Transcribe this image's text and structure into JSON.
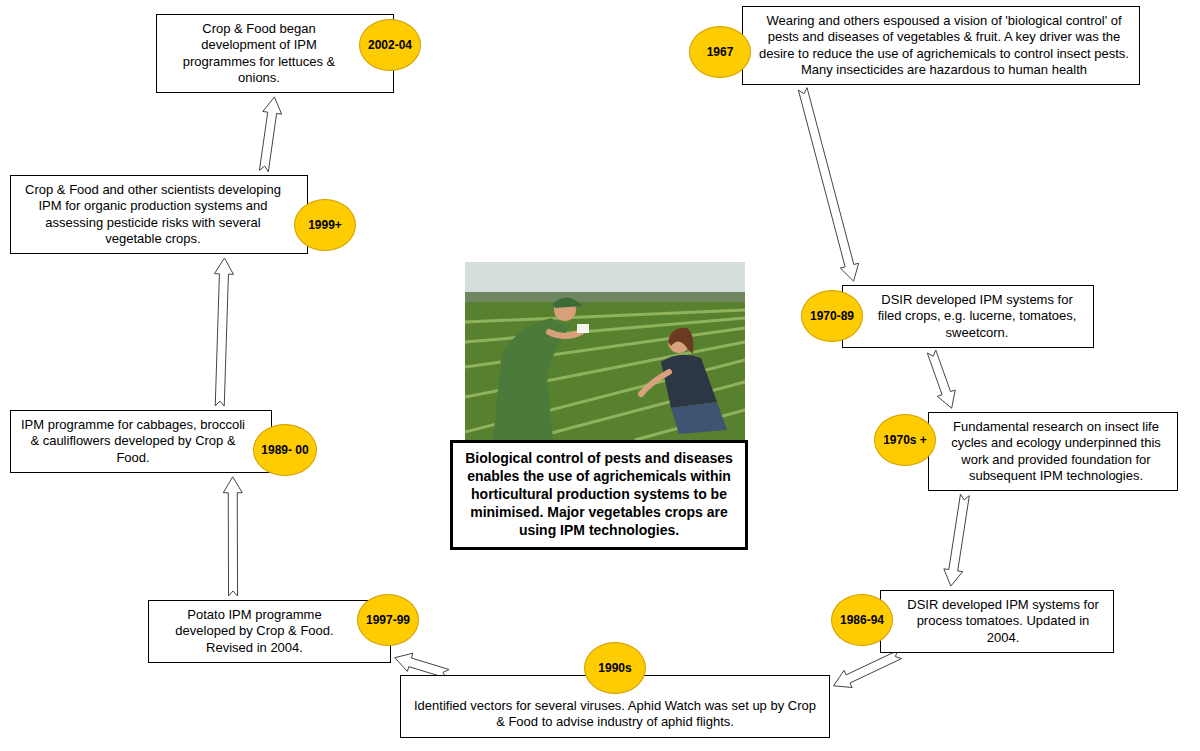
{
  "diagram": {
    "nodes": [
      {
        "text": [
          "1967",
          "Wearing and others espoused a vision of 'biological control' of pests and diseases of vegetables & fruit. A key driver was the desire to reduce the use of agrichemicals to control insect pests. Many insecticides are hazardous to human health"
        ]
      },
      {
        "text": [
          "1970-89",
          "DSIR developed IPM systems for filed crops, e.g. lucerne, tomatoes, sweetcorn."
        ]
      },
      {
        "text": [
          "1970s +",
          "Fundamental research on insect life cycles and ecology underpinned this work and provided foundation for subsequent IPM technologies."
        ]
      },
      {
        "text": [
          "1986-94",
          "DSIR developed IPM systems for process tomatoes. Updated in 2004."
        ]
      },
      {
        "text": [
          "1990s",
          "Identified vectors for several viruses. Aphid Watch was set up by Crop & Food to advise industry of aphid flights."
        ]
      },
      {
        "text": [
          "1997-99",
          "Potato IPM programme developed by Crop & Food. Revised in 2004."
        ]
      },
      {
        "text": [
          "1989- 00",
          "IPM programme for cabbages, broccoli & cauliflowers developed by Crop & Food."
        ]
      },
      {
        "text": [
          "1999+",
          "Crop & Food and other scientists developing IPM for organic production systems and assessing pesticide risks with several vegetable crops."
        ]
      },
      {
        "text": [
          "2002-04",
          "Crop & Food began development of IPM programmes for lettuces & onions."
        ]
      },
      {
        "text": [
          "Biological control of pests and diseases enables the use of agrichemicals within horticultural production systems to be minimised. Major vegetables crops are using IPM technologies."
        ]
      }
    ],
    "edges": [
      {
        "from": 0,
        "to": 1,
        "arrow": "to"
      },
      {
        "from": 1,
        "to": 2,
        "arrow": "to"
      },
      {
        "from": 2,
        "to": 3,
        "arrow": "to"
      },
      {
        "from": 3,
        "to": 4,
        "arrow": "to"
      },
      {
        "from": 4,
        "to": 5,
        "arrow": "to"
      },
      {
        "from": 5,
        "to": 6,
        "arrow": "to"
      },
      {
        "from": 6,
        "to": 7,
        "arrow": "to"
      },
      {
        "from": 7,
        "to": 8,
        "arrow": "to"
      }
    ]
  }
}
